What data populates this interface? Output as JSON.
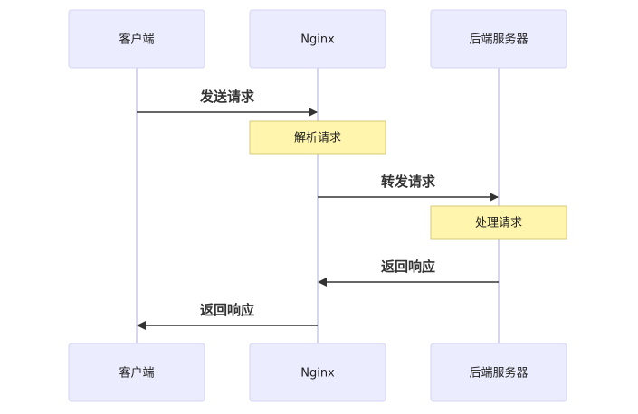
{
  "diagram": {
    "type": "sequence",
    "participants": [
      {
        "id": "client",
        "label": "客户端"
      },
      {
        "id": "nginx",
        "label": "Nginx"
      },
      {
        "id": "backend",
        "label": "后端服务器"
      }
    ],
    "steps": [
      {
        "kind": "message",
        "from": "client",
        "to": "nginx",
        "label": "发送请求"
      },
      {
        "kind": "note",
        "over": "nginx",
        "label": "解析请求"
      },
      {
        "kind": "message",
        "from": "nginx",
        "to": "backend",
        "label": "转发请求"
      },
      {
        "kind": "note",
        "over": "backend",
        "label": "处理请求"
      },
      {
        "kind": "message",
        "from": "backend",
        "to": "nginx",
        "label": "返回响应"
      },
      {
        "kind": "message",
        "from": "nginx",
        "to": "client",
        "label": "返回响应"
      }
    ],
    "colors": {
      "actor_fill": "#ececff",
      "actor_stroke": "#d4d4f4",
      "note_fill": "#fff5ad",
      "note_stroke": "#d8c878",
      "lifeline": "#c9c9e6",
      "arrow": "#333333"
    }
  }
}
